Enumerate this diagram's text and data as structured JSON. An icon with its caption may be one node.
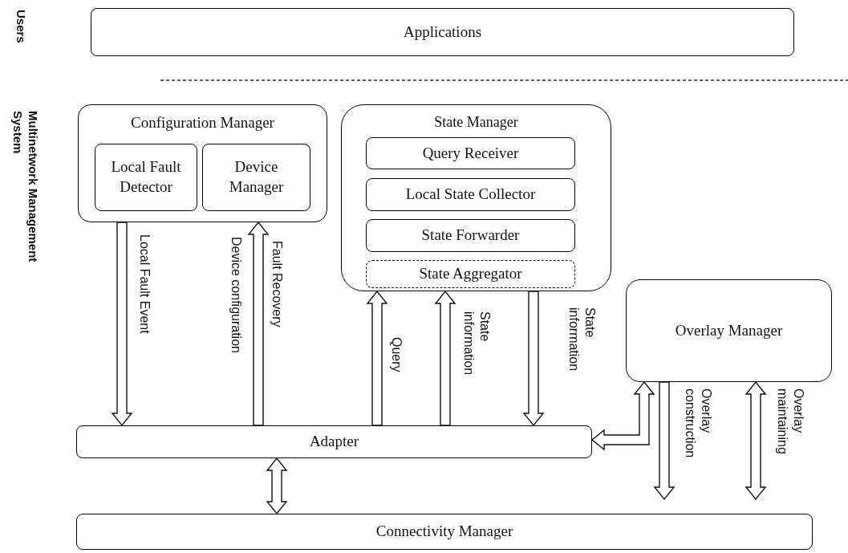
{
  "diagram": {
    "nodes": [
      {
        "text": [
          "Applications"
        ]
      },
      {
        "text": [
          "Configuration Manager"
        ]
      },
      {
        "text": [
          "Local Fault Detector"
        ],
        "in": 1
      },
      {
        "text": [
          "Device Manager"
        ],
        "in": 1
      },
      {
        "text": [
          "State Manager"
        ]
      },
      {
        "text": [
          "Query Receiver"
        ],
        "in": 4
      },
      {
        "text": [
          "Local State Collector"
        ],
        "in": 4
      },
      {
        "text": [
          "State Forwarder"
        ],
        "in": 4
      },
      {
        "text": [
          "State Aggregator"
        ],
        "in": 4
      },
      {
        "text": [
          "Overlay Manager"
        ]
      },
      {
        "text": [
          "Adapter"
        ]
      },
      {
        "text": [
          "Connectivity Manager"
        ]
      }
    ],
    "edges": [
      {
        "from": 1,
        "to": 10,
        "arrow": "to",
        "label": "Local Fault Event"
      },
      {
        "from": 10,
        "to": 1,
        "arrow": "to",
        "label": "Device configuration"
      },
      {
        "from": 10,
        "to": 4,
        "arrow": "to",
        "label": "Query"
      },
      {
        "from": 10,
        "to": 4,
        "arrow": "to",
        "label": "State information"
      },
      {
        "from": 4,
        "to": 10,
        "arrow": "to",
        "label": "State information"
      },
      {
        "from": 9,
        "to": 10,
        "arrow": "both"
      },
      {
        "from": 10,
        "to": 11,
        "arrow": "both"
      },
      {
        "from": 9,
        "to": null,
        "arrow": "to",
        "label": "Overlay construction"
      },
      {
        "from": 9,
        "to": null,
        "arrow": "both",
        "label": "Overlay maintaining"
      }
    ],
    "labels": [
      "Users",
      "Multinetwork Management System",
      "Fault Recovery"
    ]
  }
}
